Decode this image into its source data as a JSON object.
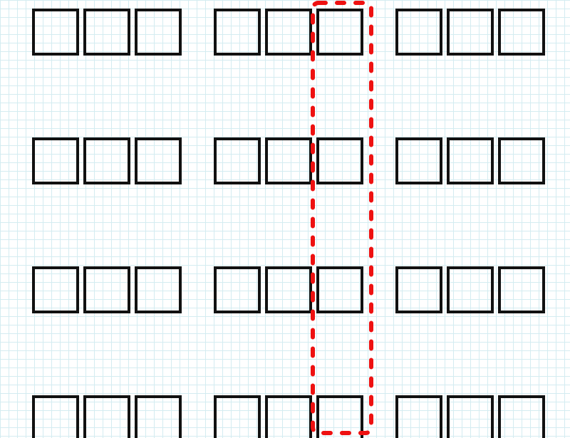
{
  "diagram": {
    "rows": 4,
    "groups_per_row": 3,
    "squares_per_group": 3,
    "highlight": {
      "group": 2,
      "square": 3,
      "style": "dashed rounded outline"
    },
    "colors": {
      "square_stroke": "#111111",
      "highlight": "#ee1111",
      "grid": "#d4ecf1",
      "background": "#ffffff"
    }
  }
}
